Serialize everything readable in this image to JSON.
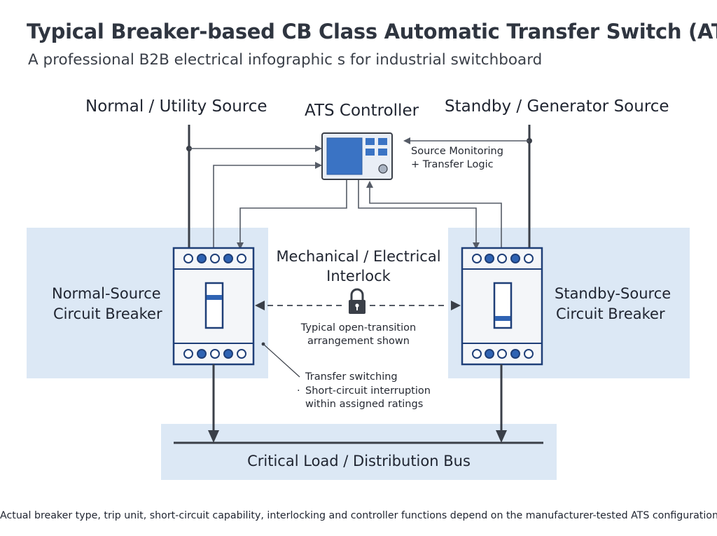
{
  "header": {
    "title": "Typical Breaker-based CB Class Automatic Transfer Switch (ATS)",
    "subtitle": "A professional B2B electrical infographic s for industrial switchboard"
  },
  "sources": {
    "normal": "Normal / Utility Source",
    "standby": "Standby / Generator Source"
  },
  "controller": {
    "label": "ATS Controller",
    "note_line1": "Source Monitoring",
    "note_line2": "+ Transfer Logic"
  },
  "breakers": {
    "normal_line1": "Normal-Source",
    "normal_line2": "Circuit Breaker",
    "standby_line1": "Standby-Source",
    "standby_line2": "Circuit Breaker"
  },
  "interlock": {
    "line1": "Mechanical / Electrical",
    "line2": "Interlock",
    "note_line1": "Typical open-transition",
    "note_line2": "arrangement shown"
  },
  "functions": {
    "item1": "Transfer switching",
    "item2": "Short-circuit interruption",
    "item2_cont": "within assigned ratings",
    "bullet": "·"
  },
  "bus": {
    "label": "Critical Load / Distribution Bus"
  },
  "footer": "Actual breaker type, trip unit, short-circuit capability, interlocking and controller functions depend on the manufacturer-tested ATS configuration.",
  "colors": {
    "panel": "#dce8f5",
    "accent": "#2f63b3",
    "line": "#555b66",
    "screen": "#3a73c4"
  },
  "icons": [
    "padlock-icon",
    "controller-device-icon"
  ]
}
